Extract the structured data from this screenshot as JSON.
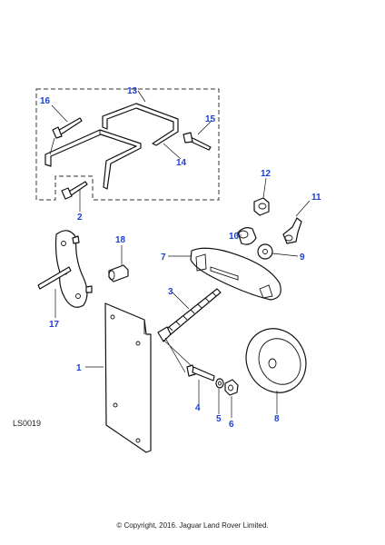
{
  "callouts": {
    "c1": "1",
    "c2": "2",
    "c3": "3",
    "c4": "4",
    "c5": "5",
    "c6": "6",
    "c7": "7",
    "c8": "8",
    "c9": "9",
    "c10": "10",
    "c11": "11",
    "c12": "12",
    "c13": "13",
    "c14": "14",
    "c15": "15",
    "c16": "16",
    "c17": "17",
    "c18": "18"
  },
  "diagram_ref": "LS0019",
  "copyright": "© Copyright, 2016. Jaguar Land Rover Limited.",
  "colors": {
    "callout": "#1a3fd6",
    "line": "#111111"
  }
}
